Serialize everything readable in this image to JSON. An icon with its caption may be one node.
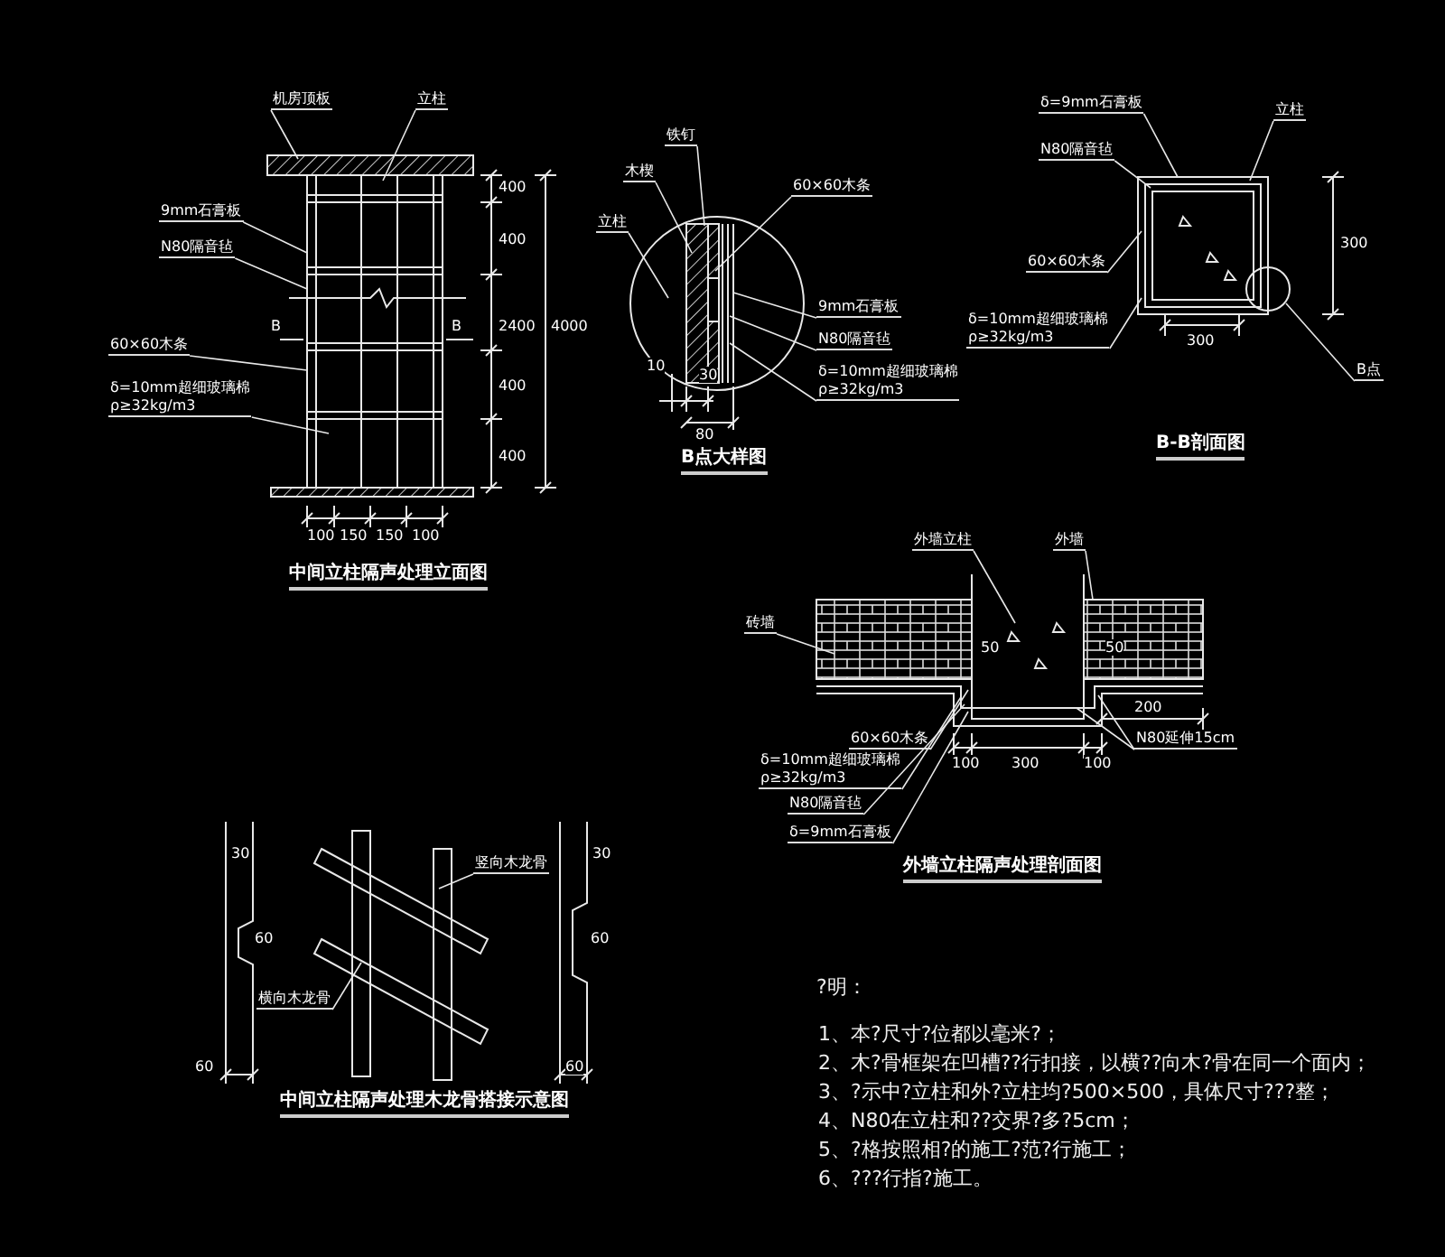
{
  "diagram": {
    "nodes": [
      {
        "text": [
          "机房顶板"
        ]
      },
      {
        "text": [
          "立柱"
        ]
      },
      {
        "text": [
          "9mm石膏板"
        ]
      },
      {
        "text": [
          "N80隔音毡"
        ]
      },
      {
        "text": [
          "60×60木条"
        ]
      },
      {
        "text": [
          "δ=10mm超细玻璃棉",
          "ρ≥32kg/m3"
        ]
      },
      {
        "text": [
          "木楔"
        ]
      },
      {
        "text": [
          "铁钉"
        ]
      },
      {
        "text": [
          "立柱"
        ]
      },
      {
        "text": [
          "60×60木条"
        ]
      },
      {
        "text": [
          "9mm石膏板"
        ]
      },
      {
        "text": [
          "N80隔音毡"
        ]
      },
      {
        "text": [
          "δ=10mm超细玻璃棉",
          "ρ≥32kg/m3"
        ]
      },
      {
        "text": [
          "δ=9mm石膏板"
        ]
      },
      {
        "text": [
          "N80隔音毡"
        ]
      },
      {
        "text": [
          "60×60木条"
        ]
      },
      {
        "text": [
          "δ=10mm超细玻璃棉",
          "ρ≥32kg/m3"
        ]
      },
      {
        "text": [
          "立柱"
        ]
      },
      {
        "text": [
          "B点"
        ]
      },
      {
        "text": [
          "外墙立柱"
        ]
      },
      {
        "text": [
          "外墙"
        ]
      },
      {
        "text": [
          "砖墙"
        ]
      },
      {
        "text": [
          "60×60木条"
        ]
      },
      {
        "text": [
          "δ=10mm超细玻璃棉",
          "ρ≥32kg/m3"
        ]
      },
      {
        "text": [
          "N80隔音毡"
        ]
      },
      {
        "text": [
          "δ=9mm石膏板"
        ]
      },
      {
        "text": [
          "N80延伸15cm"
        ]
      },
      {
        "text": [
          "竖向木龙骨"
        ]
      },
      {
        "text": [
          "横向木龙骨"
        ]
      },
      {
        "text": [],
        "shape": "picture"
      },
      {
        "text": [],
        "shape": "picture"
      },
      {
        "text": [],
        "shape": "picture"
      },
      {
        "text": [],
        "shape": "picture"
      },
      {
        "text": [],
        "shape": "picture"
      }
    ],
    "edges": [
      {
        "from": 0,
        "to": 29,
        "arrow": "none"
      },
      {
        "from": 1,
        "to": 29,
        "arrow": "none"
      },
      {
        "from": 2,
        "to": 29,
        "arrow": "none"
      },
      {
        "from": 3,
        "to": 29,
        "arrow": "none"
      },
      {
        "from": 4,
        "to": 29,
        "arrow": "none"
      },
      {
        "from": 5,
        "to": 29,
        "arrow": "none"
      },
      {
        "from": 6,
        "to": 30,
        "arrow": "none"
      },
      {
        "from": 7,
        "to": 30,
        "arrow": "none"
      },
      {
        "from": 8,
        "to": 30,
        "arrow": "none"
      },
      {
        "from": 9,
        "to": 30,
        "arrow": "none"
      },
      {
        "from": 10,
        "to": 30,
        "arrow": "none"
      },
      {
        "from": 11,
        "to": 30,
        "arrow": "none"
      },
      {
        "from": 12,
        "to": 30,
        "arrow": "none"
      },
      {
        "from": 13,
        "to": 31,
        "arrow": "none"
      },
      {
        "from": 14,
        "to": 31,
        "arrow": "none"
      },
      {
        "from": 15,
        "to": 31,
        "arrow": "none"
      },
      {
        "from": 16,
        "to": 31,
        "arrow": "none"
      },
      {
        "from": 17,
        "to": 31,
        "arrow": "none"
      },
      {
        "from": 18,
        "to": 31,
        "arrow": "none"
      },
      {
        "from": 19,
        "to": 32,
        "arrow": "none"
      },
      {
        "from": 20,
        "to": 32,
        "arrow": "none"
      },
      {
        "from": 21,
        "to": 32,
        "arrow": "none"
      },
      {
        "from": 22,
        "to": 32,
        "arrow": "none"
      },
      {
        "from": 23,
        "to": 32,
        "arrow": "none"
      },
      {
        "from": 24,
        "to": 32,
        "arrow": "none"
      },
      {
        "from": 25,
        "to": 32,
        "arrow": "none"
      },
      {
        "from": 26,
        "to": 32,
        "arrow": "none"
      },
      {
        "from": 27,
        "to": 33,
        "arrow": "none"
      },
      {
        "from": 28,
        "to": 33,
        "arrow": "none"
      },
      {
        "from": 26,
        "to": 32,
        "arrow": "none"
      }
    ],
    "labels": [
      "400",
      "400",
      "B",
      "B",
      "2400",
      "4000",
      "400",
      "400",
      "100",
      "150",
      "150",
      "100",
      "中间立柱隔声处理立面图",
      "10",
      "30",
      "80",
      "B点大样图",
      "300",
      "300",
      "B-B剖面图",
      "50",
      "50",
      "200",
      "100",
      "300",
      "100",
      "外墙立柱隔声处理剖面图",
      "30",
      "30",
      "60",
      "60",
      "60",
      "60",
      "中间立柱隔声处理木龙骨搭接示意图",
      "?明：",
      "1、本?尺寸?位都以毫米?；",
      "2、木?骨框架在凹槽??行扣接，以横??向木?骨在同一个面内；",
      "3、?示中?立柱和外?立柱均?500×500，具体尺寸???整；",
      "4、N80在立柱和??交界?多?5cm；",
      "5、?格按照相?的施工?范?行施工；",
      "6、???行指?施工。"
    ]
  }
}
